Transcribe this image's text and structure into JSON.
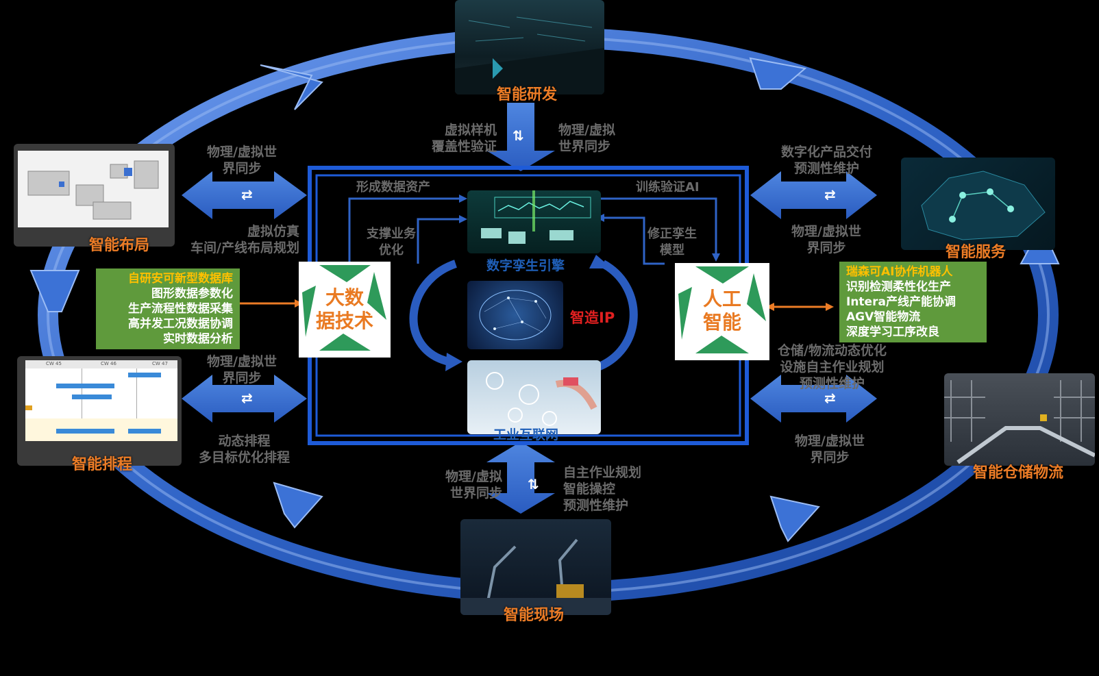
{
  "nodes": {
    "top": "智能研发",
    "left_top": "智能布局",
    "left_bottom": "智能排程",
    "bottom": "智能现场",
    "right_top": "智能服务",
    "right_bottom": "智能仓储物流"
  },
  "center": {
    "engine": "数字孪生引擎",
    "ip": "智造IP",
    "iot": "工业互联网",
    "form_assets": "形成数据资产",
    "train_ai": "训练验证AI",
    "support_1": "支撑业务",
    "support_2": "优化",
    "fix_1": "修正孪生",
    "fix_2": "模型",
    "bigdata_1": "大数",
    "bigdata_2": "据技术",
    "ai_1": "人工",
    "ai_2": "智能"
  },
  "labels": {
    "top_left_1": "虚拟样机",
    "top_left_2": "覆盖性验证",
    "top_right_1": "物理/虚拟",
    "top_right_2": "世界同步",
    "lt_above_1": "物理/虚拟世",
    "lt_above_2": "界同步",
    "lt_below_1": "虚拟仿真",
    "lt_below_2": "车间/产线布局规划",
    "lb_above_1": "物理/虚拟世",
    "lb_above_2": "界同步",
    "lb_below_1": "动态排程",
    "lb_below_2": "多目标优化排程",
    "rt_above_1": "数字化产品交付",
    "rt_above_2": "预测性维护",
    "rt_below_1": "物理/虚拟世",
    "rt_below_2": "界同步",
    "rb_above_1": "仓储/物流动态优化",
    "rb_above_2": "设施自主作业规划",
    "rb_above_3": "预测性维护",
    "rb_below_1": "物理/虚拟世",
    "rb_below_2": "界同步",
    "bottom_left_1": "物理/虚拟",
    "bottom_left_2": "世界同步",
    "bottom_right_1": "自主作业规划",
    "bottom_right_2": "智能操控",
    "bottom_right_3": "预测性维护"
  },
  "left_box": [
    "自研安可新型数据库",
    "图形数据参数化",
    "生产流程性数据采集",
    "高并发工况数据协调",
    "实时数据分析"
  ],
  "right_box": [
    "瑞森可AI协作机器人",
    "识别检测柔性化生产",
    "Intera产线产能协调",
    "AGV智能物流",
    "深度学习工序改良"
  ],
  "gantt": [
    "CW 45",
    "CW 46",
    "CW 47"
  ],
  "colors": {
    "ring": "#3a6fd0",
    "accent": "#ec7c26",
    "green": "#5f9a3c",
    "frame": "#1e5bd8"
  }
}
